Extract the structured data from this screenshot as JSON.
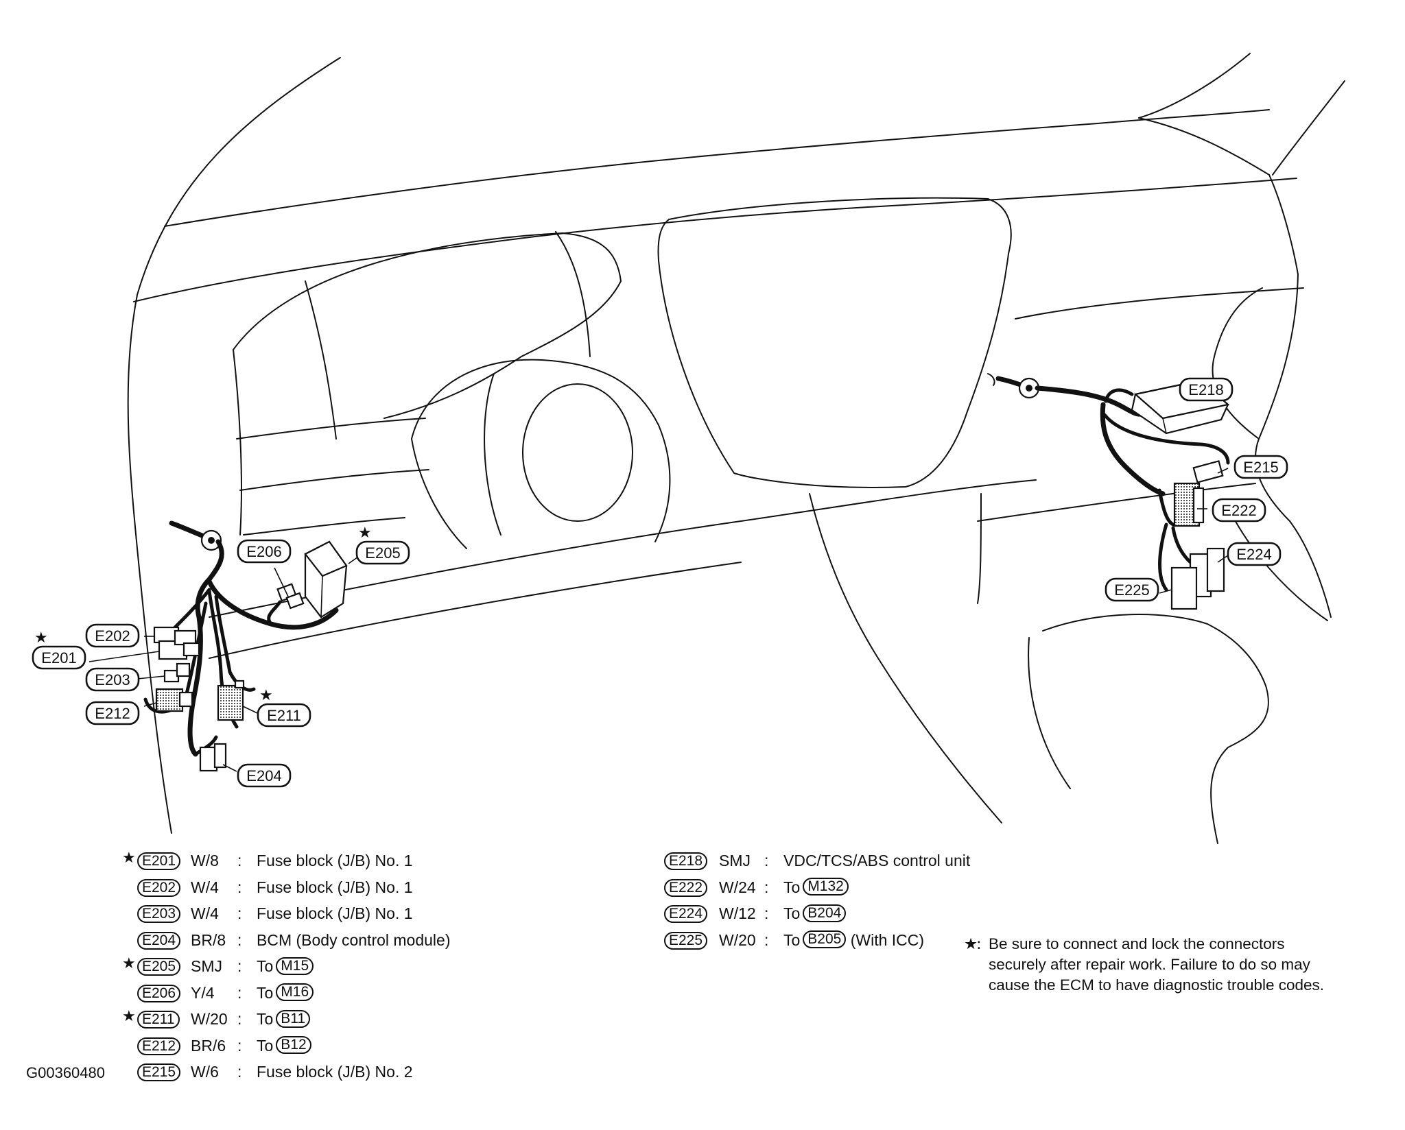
{
  "figure_code": "G00360480",
  "callouts": [
    {
      "id": "E218",
      "star": false
    },
    {
      "id": "E215",
      "star": false
    },
    {
      "id": "E222",
      "star": false
    },
    {
      "id": "E224",
      "star": false
    },
    {
      "id": "E225",
      "star": false
    },
    {
      "id": "E206",
      "star": false
    },
    {
      "id": "E205",
      "star": true
    },
    {
      "id": "E202",
      "star": false
    },
    {
      "id": "E201",
      "star": true
    },
    {
      "id": "E203",
      "star": false
    },
    {
      "id": "E212",
      "star": false
    },
    {
      "id": "E211",
      "star": true
    },
    {
      "id": "E204",
      "star": false
    }
  ],
  "legend_left": [
    {
      "code": "E201",
      "star": true,
      "wire": "W/8",
      "desc": "Fuse block (J/B) No. 1",
      "to": "",
      "suffix": ""
    },
    {
      "code": "E202",
      "star": false,
      "wire": "W/4",
      "desc": "Fuse block (J/B) No. 1",
      "to": "",
      "suffix": ""
    },
    {
      "code": "E203",
      "star": false,
      "wire": "W/4",
      "desc": "Fuse block (J/B) No. 1",
      "to": "",
      "suffix": ""
    },
    {
      "code": "E204",
      "star": false,
      "wire": "BR/8",
      "desc": "BCM (Body control module)",
      "to": "",
      "suffix": ""
    },
    {
      "code": "E205",
      "star": true,
      "wire": "SMJ",
      "desc": "To",
      "to": "M15",
      "suffix": ""
    },
    {
      "code": "E206",
      "star": false,
      "wire": "Y/4",
      "desc": "To",
      "to": "M16",
      "suffix": ""
    },
    {
      "code": "E211",
      "star": true,
      "wire": "W/20",
      "desc": "To",
      "to": "B11",
      "suffix": ""
    },
    {
      "code": "E212",
      "star": false,
      "wire": "BR/6",
      "desc": "To",
      "to": "B12",
      "suffix": ""
    },
    {
      "code": "E215",
      "star": false,
      "wire": "W/6",
      "desc": "Fuse block (J/B) No. 2",
      "to": "",
      "suffix": ""
    }
  ],
  "legend_right": [
    {
      "code": "E218",
      "star": false,
      "wire": "SMJ",
      "desc": "VDC/TCS/ABS control unit",
      "to": "",
      "suffix": ""
    },
    {
      "code": "E222",
      "star": false,
      "wire": "W/24",
      "desc": "To",
      "to": "M132",
      "suffix": ""
    },
    {
      "code": "E224",
      "star": false,
      "wire": "W/12",
      "desc": "To",
      "to": "B204",
      "suffix": ""
    },
    {
      "code": "E225",
      "star": false,
      "wire": "W/20",
      "desc": "To",
      "to": "B205",
      "suffix": "(With ICC)"
    }
  ],
  "note": {
    "star": "★",
    "colon": ":",
    "lines": [
      "Be sure to connect and lock the connectors",
      "securely after repair work. Failure to do so may",
      "cause the ECM to have diagnostic trouble codes."
    ]
  },
  "colon": ":",
  "star_symbol": "★"
}
